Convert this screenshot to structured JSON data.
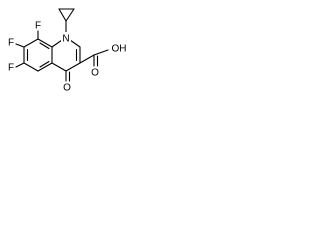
{
  "molecule": {
    "atoms": {
      "f_top": "F",
      "f_mid": "F",
      "f_bot": "F",
      "n_ring": "N",
      "o_keto": "O",
      "oh_group": "OH",
      "o_acid": "O"
    }
  },
  "colors": {
    "ink": "#000000",
    "background": "#ffffff"
  }
}
